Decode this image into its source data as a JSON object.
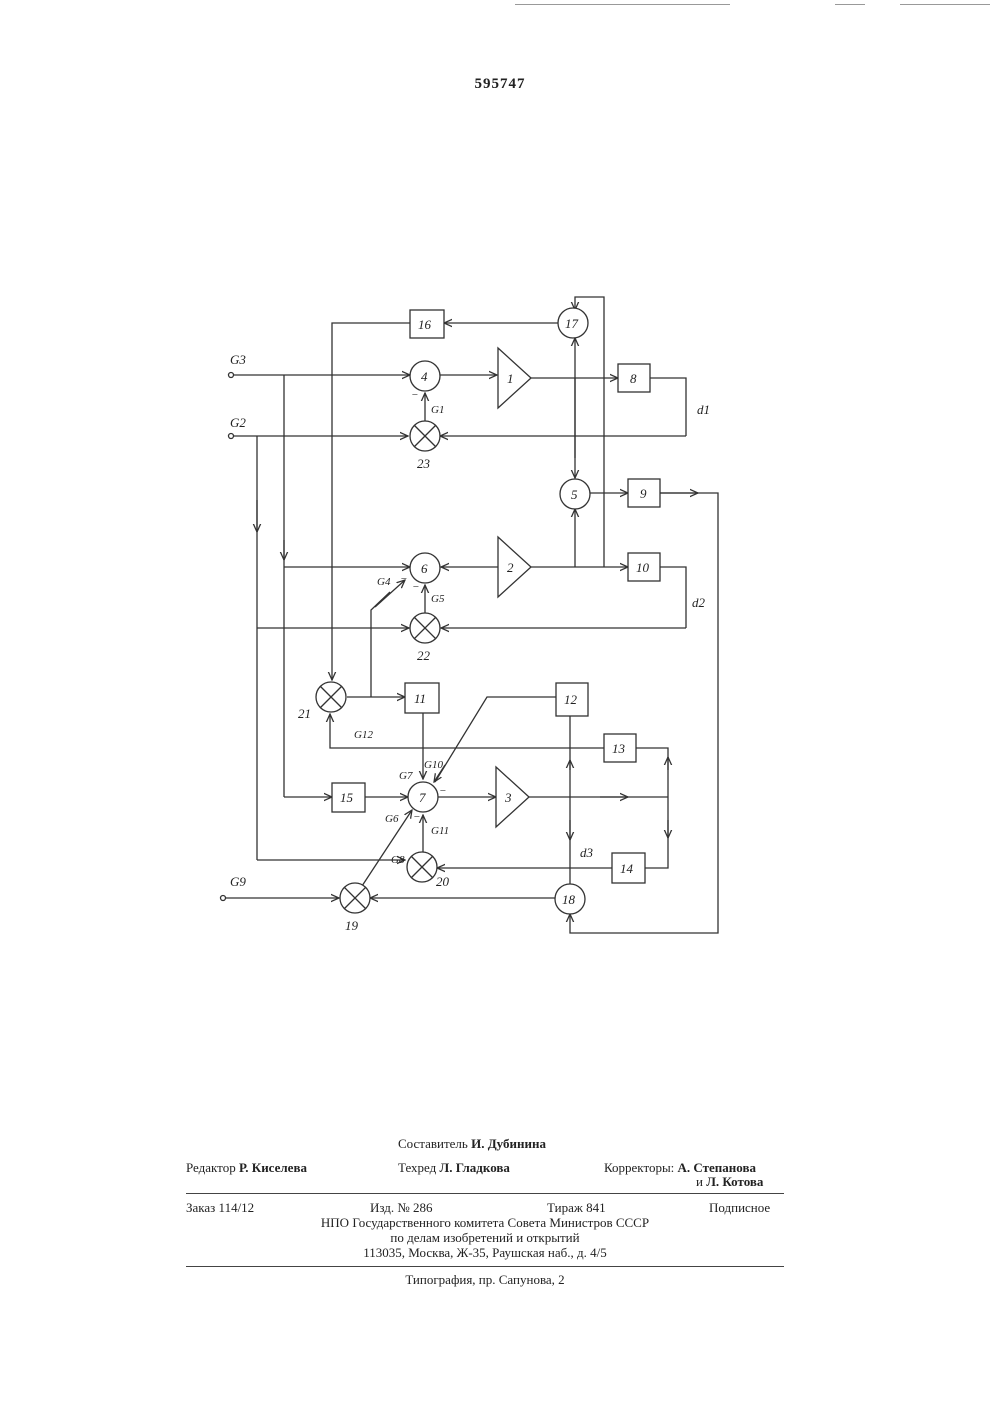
{
  "header": {
    "patent_number": "595747"
  },
  "diagram": {
    "inputs": {
      "g3": "G3",
      "g2": "G2",
      "g9": "G9"
    },
    "amplifiers": {
      "a1": "1",
      "a2": "2",
      "a3": "3"
    },
    "summers": {
      "s4": "4",
      "s5": "5",
      "s6": "6",
      "s7": "7",
      "s17": "17",
      "s18": "18"
    },
    "multipliers": {
      "m19": "19",
      "m20": "20",
      "m21": "21",
      "m22": "22",
      "m23": "23"
    },
    "blocks": {
      "b8": "8",
      "b9": "9",
      "b10": "10",
      "b11": "11",
      "b12": "12",
      "b13": "13",
      "b14": "14",
      "b15": "15",
      "b16": "16"
    },
    "signals": {
      "g1": "G1",
      "g4": "G4",
      "g5": "G5",
      "g6": "G6",
      "g7": "G7",
      "g8": "G8",
      "g10": "G10",
      "g11": "G11",
      "g12": "G12",
      "d1": "d1",
      "d2": "d2",
      "d3": "d3"
    },
    "signs": {
      "minus": "−"
    }
  },
  "credits": {
    "compiler_label": "Составитель",
    "compiler_name": "И. Дубинина",
    "editor_label": "Редактор",
    "editor_name": "Р. Киселева",
    "techred_label": "Техред",
    "techred_name": "Л. Гладкова",
    "correctors_label": "Корректоры:",
    "corrector1": "А. Степанова",
    "corrector2_prefix": "и",
    "corrector2": "Л. Котова",
    "order": "Заказ 114/12",
    "edition": "Изд. № 286",
    "circulation": "Тираж 841",
    "subscription": "Подписное",
    "org_line1": "НПО Государственного комитета Совета Министров СССР",
    "org_line2": "по делам изобретений и открытий",
    "org_line3": "113035, Москва, Ж-35, Раушская наб., д. 4/5",
    "printer": "Типография, пр. Сапунова, 2"
  }
}
